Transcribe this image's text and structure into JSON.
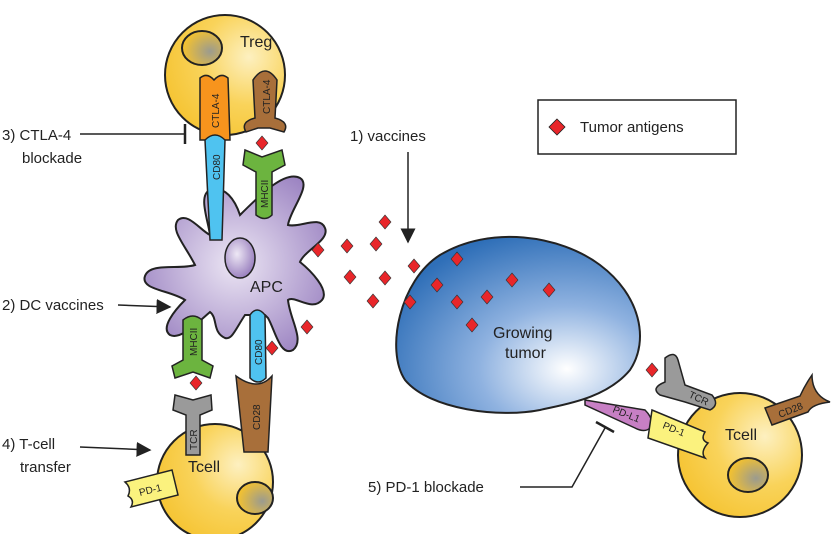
{
  "legend": {
    "label": "Tumor antigens",
    "marker_color": "#e8262a"
  },
  "cells": {
    "treg": "Treg",
    "apc": "APC",
    "tumor_line1": "Growing",
    "tumor_line2": "tumor",
    "tcell_left": "Tcell",
    "tcell_right": "Tcell"
  },
  "molecules": {
    "ctla4_a": "CTLA-4",
    "ctla4_b": "CTLA-4",
    "cd80_top": "CD80",
    "mhcii_top": "MHCII",
    "mhcii_bottom": "MHCII",
    "cd80_bottom": "CD80",
    "tcr_left": "TCR",
    "cd28_left": "CD28",
    "pd1_left": "PD-1",
    "pdl1": "PD-L1",
    "pd1_right": "PD-1",
    "tcr_right": "TCR",
    "cd28_right": "CD28"
  },
  "labels": {
    "step3_line1": "3) CTLA-4",
    "step3_line2": "blockade",
    "step1": "1) vaccines",
    "step2": "2) DC vaccines",
    "step4_line1": "4) T-cell",
    "step4_line2": "transfer",
    "step5": "5) PD-1 blockade"
  },
  "colors": {
    "cell_yellow": "#f7c93e",
    "apc_purple": "#a891c9",
    "tumor_blue": "#2f6fb8",
    "ctla4_orange": "#f7941d",
    "ctla4_brown": "#a86f3a",
    "cd80_blue": "#4fc3f0",
    "mhcii_green": "#6cb43f",
    "tcr_gray": "#9a9a9a",
    "pd1_yellow": "#fbf27e",
    "pdl1_pink": "#c77fc4",
    "antigen_red": "#e8262a"
  }
}
